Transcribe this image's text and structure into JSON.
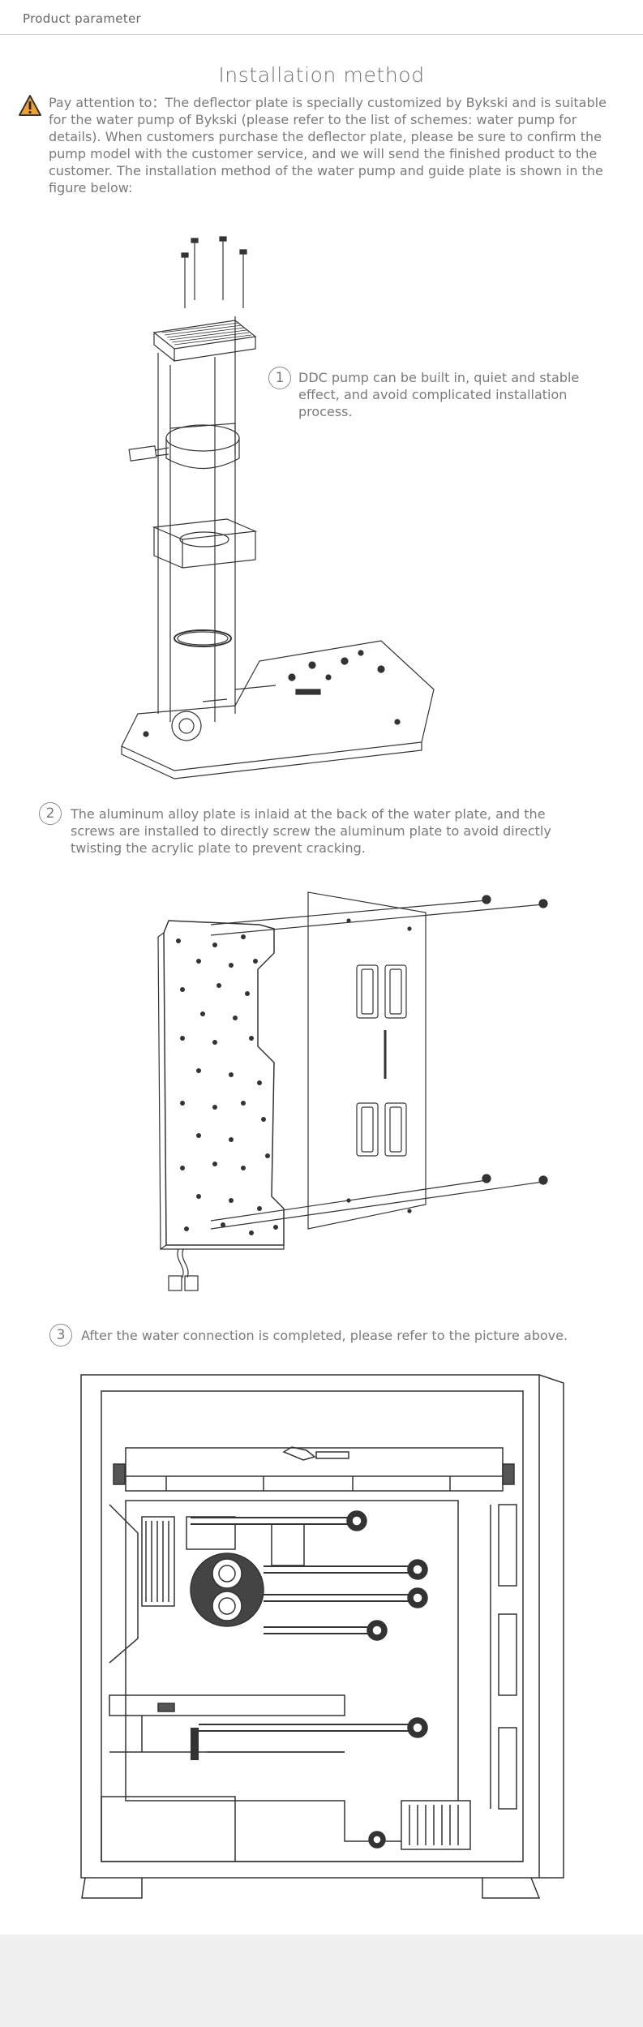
{
  "header": {
    "title": "Product parameter"
  },
  "section": {
    "title": "Installation method"
  },
  "notice": {
    "icon": "warning-triangle-icon",
    "text": "Pay attention to：The deflector plate is specially customized by Bykski and is suitable for the water pump of Bykski (please refer to the list of schemes: water pump for details). When customers purchase the deflector plate, please be sure to confirm the pump model with the customer service, and we will send the finished product to the customer. The installation method of the water pump and guide plate is shown in the figure below:"
  },
  "steps": [
    {
      "number": "1",
      "text": "DDC pump can be built in, quiet and stable effect, and avoid complicated installation process."
    },
    {
      "number": "2",
      "text": "The aluminum alloy plate is inlaid at the back of the water plate, and the screws are installed to directly screw the aluminum plate to avoid directly twisting the acrylic plate to prevent cracking."
    },
    {
      "number": "3",
      "text": "After the water connection is completed, please refer to the picture above."
    }
  ],
  "colors": {
    "accent": "#f0a030",
    "line": "#333333",
    "text": "#7a7a7a",
    "band": "#efefef"
  }
}
